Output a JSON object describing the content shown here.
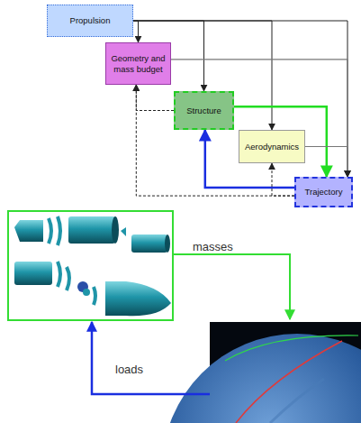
{
  "diagram": {
    "nodes": [
      {
        "text": [
          "Propulsion"
        ]
      },
      {
        "text": [
          "Geometry and mass budget"
        ]
      },
      {
        "text": [
          "Structure"
        ]
      },
      {
        "text": [
          "Aerodynamics"
        ]
      },
      {
        "text": [
          "Trajectory"
        ]
      }
    ],
    "edges": [
      {
        "from": 0,
        "to": 1,
        "arrow": "to"
      },
      {
        "from": 0,
        "to": 2,
        "arrow": "to"
      },
      {
        "from": 0,
        "to": 3,
        "arrow": "to"
      },
      {
        "from": 0,
        "to": 4,
        "arrow": "to"
      },
      {
        "from": 1,
        "to": 4,
        "arrow": "to"
      },
      {
        "from": 2,
        "to": 4,
        "arrow": "to"
      },
      {
        "from": 3,
        "to": 4,
        "arrow": "to"
      },
      {
        "from": 4,
        "to": 2,
        "arrow": "to"
      },
      {
        "from": 4,
        "to": 3,
        "arrow": "to"
      },
      {
        "from": 4,
        "to": 1,
        "arrow": "to"
      },
      {
        "from": 2,
        "to": 1,
        "arrow": "to"
      }
    ],
    "labels": [
      "masses",
      "loads"
    ]
  }
}
